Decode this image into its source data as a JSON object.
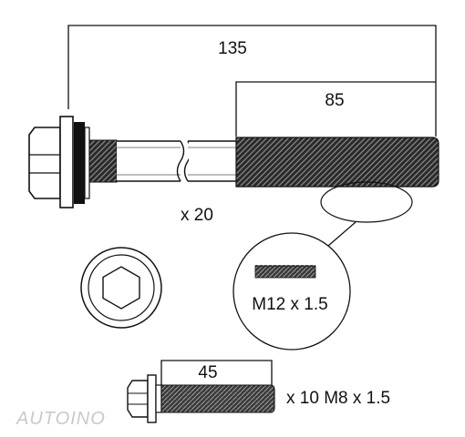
{
  "diagram": {
    "bolt_long": {
      "overall_length": "135",
      "thread_length": "85",
      "quantity": "x 20"
    },
    "detail": {
      "thread_spec": "M12 x 1.5"
    },
    "bolt_short": {
      "thread_length": "45",
      "spec": "x 10 M8 x 1.5"
    },
    "watermark": "AUTOINO"
  }
}
